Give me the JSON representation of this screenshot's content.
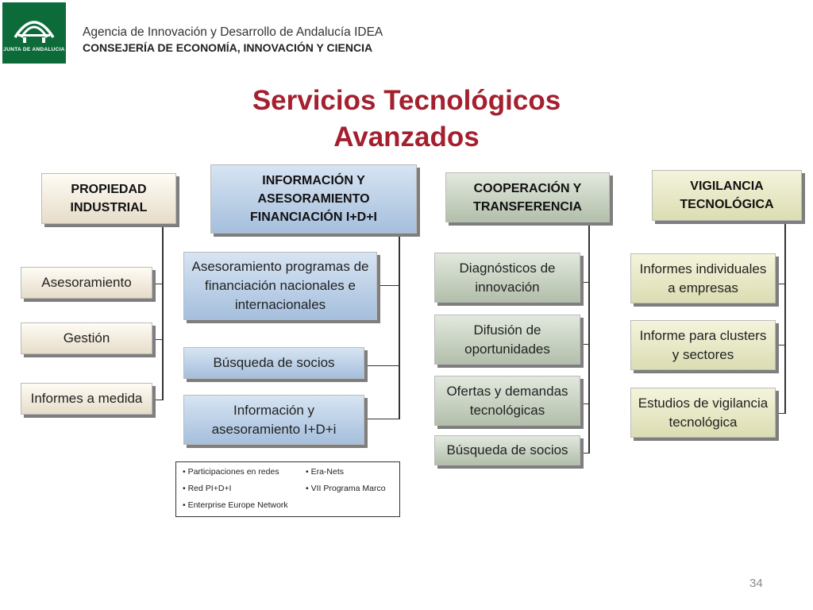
{
  "header": {
    "logo_text": "JUNTA DE ANDALUCIA",
    "agency": "Agencia de Innovación y Desarrollo de Andalucía IDEA",
    "council": "CONSEJERÍA DE ECONOMÍA, INNOVACIÓN Y CIENCIA"
  },
  "title": {
    "line1": "Servicios Tecnológicos",
    "line2": "Avanzados"
  },
  "columns": {
    "propiedad": {
      "header": [
        "PROPIEDAD",
        "INDUSTRIAL"
      ],
      "items": [
        [
          "Asesoramiento"
        ],
        [
          "Gestión"
        ],
        [
          "Informes a medida"
        ]
      ]
    },
    "informacion": {
      "header": [
        "INFORMACIÓN Y",
        "ASESORAMIENTO",
        "FINANCIACIÓN I+D+I"
      ],
      "items": [
        [
          "Asesoramiento programas de",
          "financiación nacionales e",
          "internacionales"
        ],
        [
          "Búsqueda de socios"
        ],
        [
          "Información y",
          "asesoramiento I+D+i"
        ]
      ]
    },
    "cooperacion": {
      "header": [
        "COOPERACIÓN Y",
        "TRANSFERENCIA"
      ],
      "items": [
        [
          "Diagnósticos de",
          "innovación"
        ],
        [
          "Difusión de",
          "oportunidades"
        ],
        [
          "Ofertas y demandas",
          "tecnológicas"
        ],
        [
          "Búsqueda de socios"
        ]
      ]
    },
    "vigilancia": {
      "header": [
        "VIGILANCIA",
        "TECNOLÓGICA"
      ],
      "items": [
        [
          "Informes individuales",
          "a empresas"
        ],
        [
          "Informe para clusters",
          "y sectores"
        ],
        [
          "Estudios de vigilancia",
          "tecnológica"
        ]
      ]
    }
  },
  "partners": {
    "participaciones": "• Participaciones en redes",
    "eranets": "• Era-Nets",
    "redpi": "• Red PI+D+I",
    "vii": "• VII Programa Marco",
    "een": "• Enterprise Europe Network"
  },
  "page_number": "34"
}
